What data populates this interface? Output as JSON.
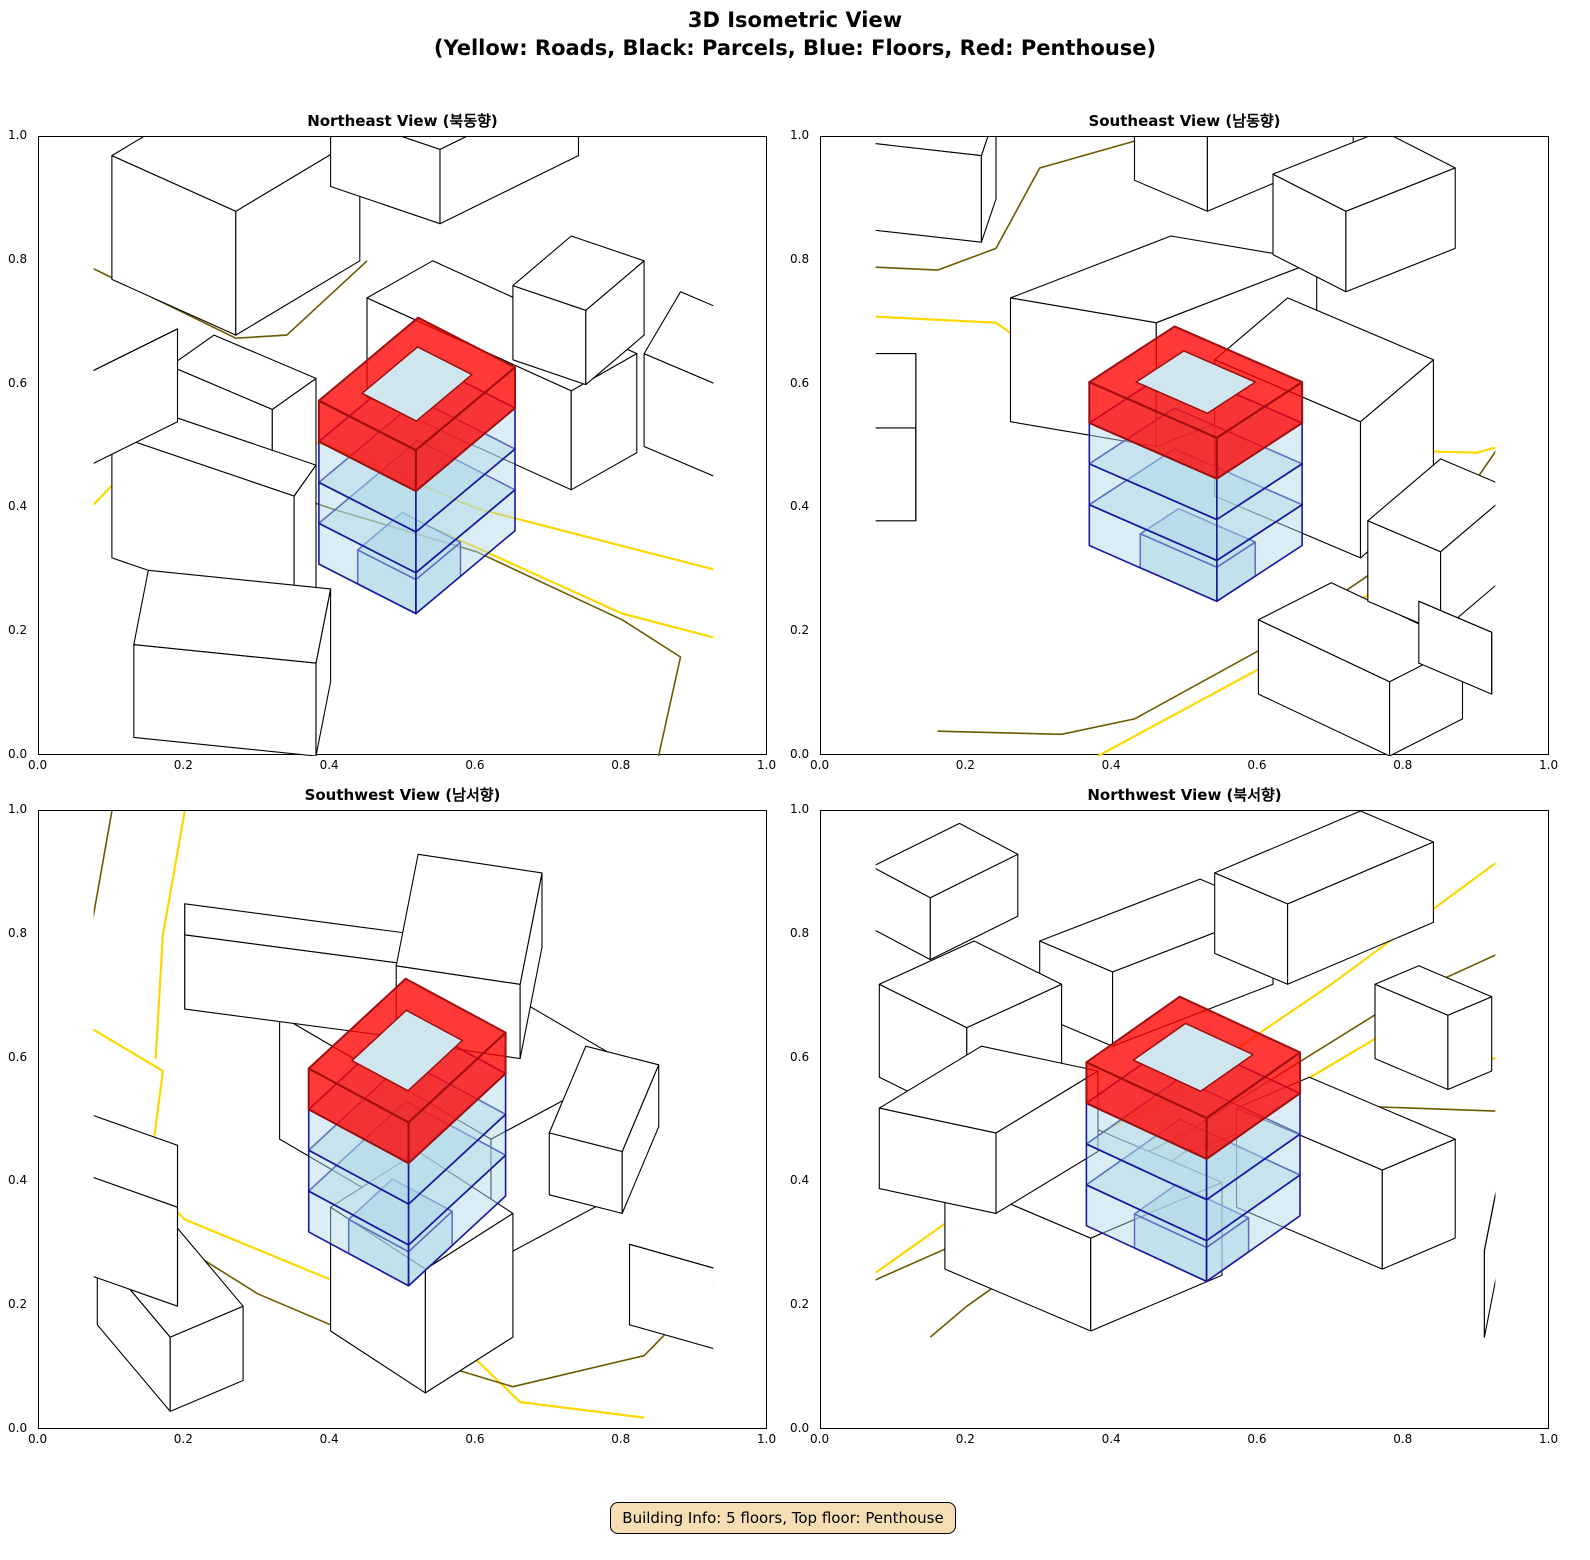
{
  "figure": {
    "title_line1": "3D Isometric View",
    "title_line2": "(Yellow: Roads, Black: Parcels, Blue: Floors, Red: Penthouse)"
  },
  "panels": [
    {
      "title": "Northeast View (북동향)"
    },
    {
      "title": "Southeast View (남동향)"
    },
    {
      "title": "Southwest View (남서향)"
    },
    {
      "title": "Northwest View (북서향)"
    }
  ],
  "axis_ticks": {
    "x": [
      "0.0",
      "0.2",
      "0.4",
      "0.6",
      "0.8",
      "1.0"
    ],
    "y": [
      "0.0",
      "0.2",
      "0.4",
      "0.6",
      "0.8",
      "1.0"
    ]
  },
  "colors": {
    "road": "#ffd700",
    "parcel": "#000000",
    "floor_fill": "#add8e6",
    "floor_edge": "#1a1aa0",
    "penthouse_fill": "#ff0000",
    "penthouse_edge": "#a01010",
    "info_bg": "#f5deb3"
  },
  "building": {
    "floors": 5,
    "top_floor": "Penthouse"
  },
  "info_box": "Building Info: 5 floors, Top floor: Penthouse"
}
